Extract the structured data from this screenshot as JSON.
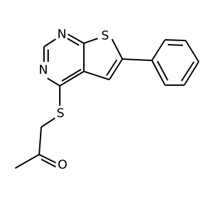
{
  "molecule": {
    "atoms": {
      "n1": "N",
      "n3": "N",
      "s_ring": "S",
      "s_thioether": "S",
      "o_carbonyl": "O"
    }
  }
}
